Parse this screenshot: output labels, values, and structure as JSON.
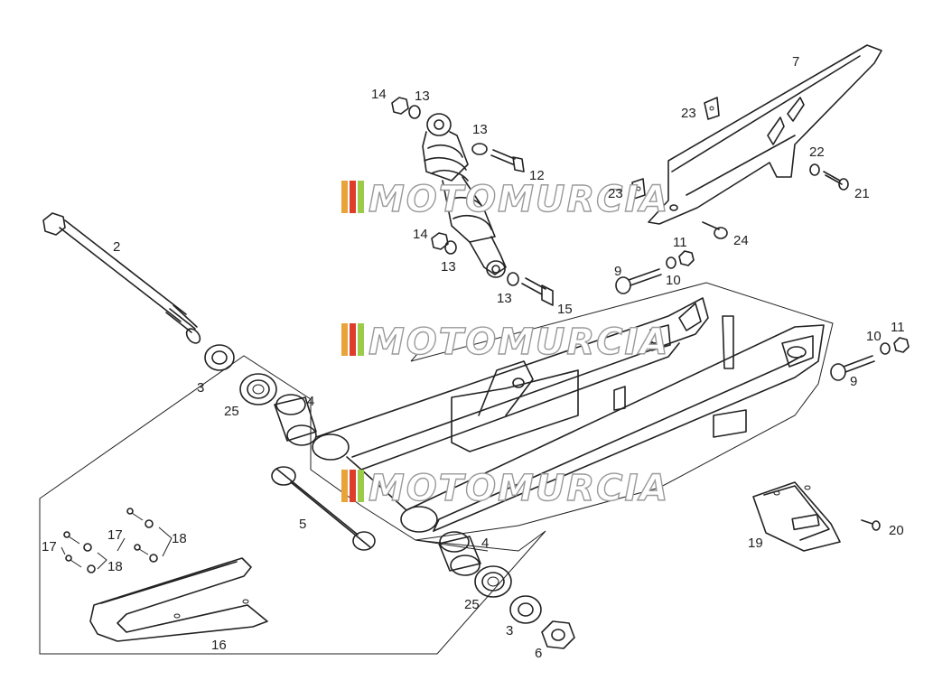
{
  "watermark": {
    "text": "MOTOMURCIA",
    "stripe_colors": [
      "#e8a33a",
      "#e03c2c",
      "#9ccb4a"
    ]
  },
  "parts": {
    "p2": "2",
    "p3a": "3",
    "p3b": "3",
    "p4a": "4",
    "p4b": "4",
    "p5": "5",
    "p6": "6",
    "p7": "7",
    "p9a": "9",
    "p9b": "9",
    "p10a": "10",
    "p10b": "10",
    "p11a": "11",
    "p11b": "11",
    "p12": "12",
    "p13a": "13",
    "p13b": "13",
    "p13c": "13",
    "p13d": "13",
    "p14a": "14",
    "p14b": "14",
    "p15": "15",
    "p16": "16",
    "p17a": "17",
    "p17b": "17",
    "p18a": "18",
    "p18b": "18",
    "p19": "19",
    "p20": "20",
    "p21": "21",
    "p22": "22",
    "p23a": "23",
    "p23b": "23",
    "p24": "24",
    "p25a": "25",
    "p25b": "25"
  }
}
